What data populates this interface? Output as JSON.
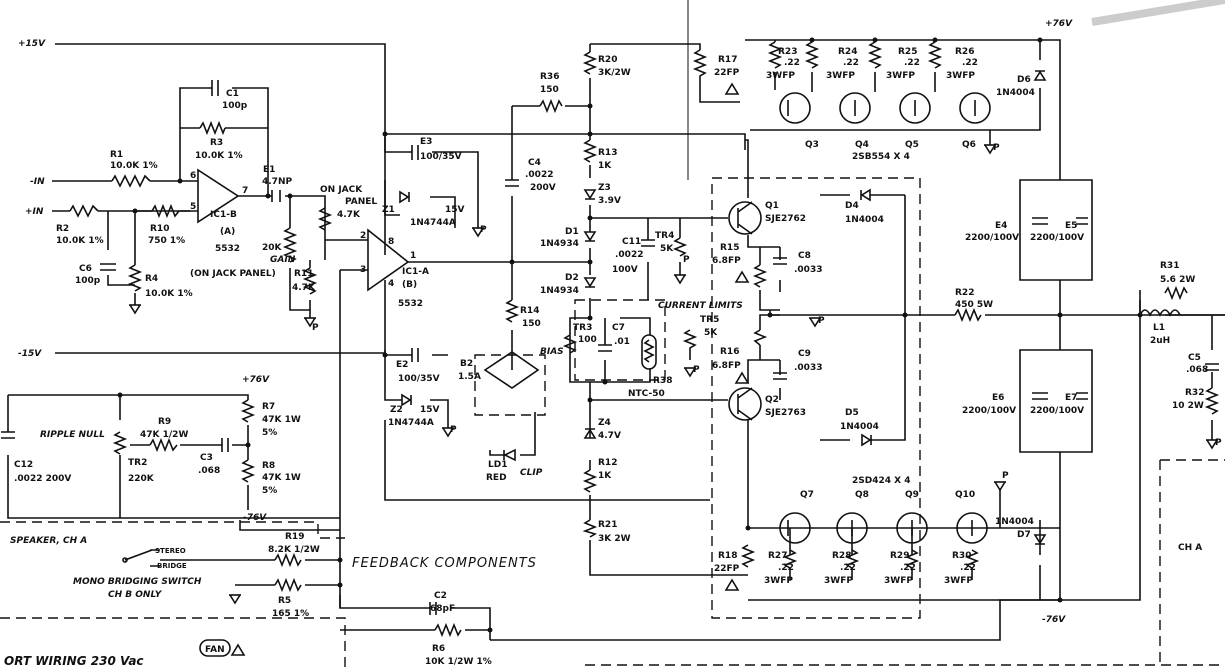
{
  "rails": {
    "p15": "+15V",
    "m15": "-15V",
    "p76": "+76V",
    "m76": "-76V",
    "p76b": "+76V",
    "m76b": "-76V"
  },
  "inputs": {
    "minus": "-IN",
    "plus": "+IN"
  },
  "parts": {
    "R1": [
      "R1",
      "10.0K  1%"
    ],
    "R2": [
      "R2",
      "10.0K  1%"
    ],
    "R3": [
      "R3",
      "10.0K  1%"
    ],
    "R4": [
      "R4",
      "10.0K  1%"
    ],
    "R10": [
      "R10",
      "750  1%"
    ],
    "C1": [
      "C1",
      "100p"
    ],
    "C6": [
      "C6",
      "100p"
    ],
    "IC1B": [
      "IC1-B",
      "(A)",
      "5532"
    ],
    "IC1A": [
      "IC1-A",
      "(B)",
      "5532"
    ],
    "E1": [
      "E1",
      "4.7NP"
    ],
    "E2": [
      "E2",
      "100/35V"
    ],
    "E3": [
      "E3",
      "100/35V"
    ],
    "Z1": [
      "Z1",
      "15V",
      "1N4744A"
    ],
    "Z2": [
      "Z2",
      "15V",
      "1N4744A"
    ],
    "R11": [
      "R11",
      "4.7K"
    ],
    "R36": [
      "R36",
      "150"
    ],
    "R20": [
      "R20",
      "3K/2W"
    ],
    "R13": [
      "R13",
      "1K"
    ],
    "Z3": [
      "Z3",
      "3.9V"
    ],
    "C4": [
      "C4",
      ".0022",
      "200V"
    ],
    "D1": [
      "D1",
      "1N4934"
    ],
    "D2": [
      "D2",
      "1N4934"
    ],
    "C11": [
      "C11",
      ".0022",
      "100V"
    ],
    "TR4": [
      "TR4",
      "5K"
    ],
    "TR5": [
      "TR5",
      "5K"
    ],
    "R14": [
      "R14",
      "150"
    ],
    "TR3": [
      "TR3",
      "100"
    ],
    "C7": [
      "C7",
      ".01"
    ],
    "R38": [
      "R38",
      "NTC-50"
    ],
    "B2": [
      "B2",
      "1.5A"
    ],
    "LD1": [
      "LD1",
      "RED"
    ],
    "Z4": [
      "Z4",
      "4.7V"
    ],
    "R12": [
      "R12",
      "1K"
    ],
    "R21": [
      "R21",
      "3K  2W"
    ],
    "R17": [
      "R17",
      "22FP"
    ],
    "R18": [
      "R18",
      "22FP"
    ],
    "R23": [
      "R23",
      ".22",
      "3WFP"
    ],
    "R24": [
      "R24",
      ".22",
      "3WFP"
    ],
    "R25": [
      "R25",
      ".22",
      "3WFP"
    ],
    "R26": [
      "R26",
      ".22",
      "3WFP"
    ],
    "R27": [
      "R27",
      ".22",
      "3WFP"
    ],
    "R28": [
      "R28",
      ".22",
      "3WFP"
    ],
    "R29": [
      "R29",
      ".22",
      "3WFP"
    ],
    "R30": [
      "R30",
      ".22",
      "3WFP"
    ],
    "Q1": [
      "Q1",
      "SJE2762"
    ],
    "Q2": [
      "Q2",
      "SJE2763"
    ],
    "Q3": "Q3",
    "Q4": [
      "Q4",
      "2SB554  X 4"
    ],
    "Q5": "Q5",
    "Q6": "Q6",
    "Q7": "Q7",
    "Q8": "Q8",
    "Q9": "Q9",
    "Q10": "Q10",
    "Q7hdr": "2SD424  X  4",
    "D4": [
      "D4",
      "1N4004"
    ],
    "D5": [
      "D5",
      "1N4004"
    ],
    "D6": [
      "D6",
      "1N4004"
    ],
    "D7": [
      "1N4004",
      "D7"
    ],
    "R15": [
      "R15",
      "6.8FP"
    ],
    "R16": [
      "R16",
      "6.8FP"
    ],
    "C8": [
      "C8",
      ".0033"
    ],
    "C9": [
      "C9",
      ".0033"
    ],
    "E4": [
      "E4",
      "2200/100V"
    ],
    "E5": [
      "E5",
      "2200/100V"
    ],
    "E6": [
      "E6",
      "2200/100V"
    ],
    "E7": [
      "E7",
      "2200/100V"
    ],
    "R22": [
      "R22",
      "450  5W"
    ],
    "R31": [
      "R31",
      "5.6  2W"
    ],
    "L1": [
      "L1",
      "2uH"
    ],
    "C5": [
      "C5",
      ".068"
    ],
    "R32": [
      "R32",
      "10  2W"
    ],
    "R7": [
      "R7",
      "47K  1W",
      "5%"
    ],
    "R8": [
      "R8",
      "47K  1W",
      "5%"
    ],
    "R9": [
      "R9",
      "47K  1/2W"
    ],
    "TR2": [
      "TR2",
      "220K"
    ],
    "C3": [
      "C3",
      ".068"
    ],
    "C12": [
      "C12",
      ".0022  200V"
    ],
    "R19": [
      "R19",
      "8.2K  1/2W"
    ],
    "R5": [
      "R5",
      "165  1%"
    ],
    "C2": [
      "C2",
      "68pF"
    ],
    "R6": [
      "R6",
      "10K  1/2W  1%"
    ]
  },
  "labels": {
    "on_jack": "(ON  JACK  PANEL)",
    "jack_panel": [
      "ON  JACK",
      "PANEL",
      "4.7K"
    ],
    "gain": [
      "20K",
      "GAIN"
    ],
    "current_limits": "CURRENT  LIMITS",
    "bias": "BIAS",
    "clip": "CLIP",
    "ripple_null": "RIPPLE  NULL",
    "speaker": "SPEAKER,  CH  A",
    "stereo": "STEREO",
    "bridge": "BRIDGE",
    "mono1": "MONO  BRIDGING  SWITCH",
    "mono2": "CH  B  ONLY",
    "feedback": "FEEDBACK  COMPONENTS",
    "port": "ORT  WIRING   230  Vac",
    "fan": "FAN",
    "ch_a": "CH  A",
    "p": "P"
  },
  "pins": {
    "p6": "6",
    "p5": "5",
    "p7": "7",
    "p2": "2",
    "p3": "3",
    "p8": "8",
    "p4": "4",
    "p1": "1"
  }
}
